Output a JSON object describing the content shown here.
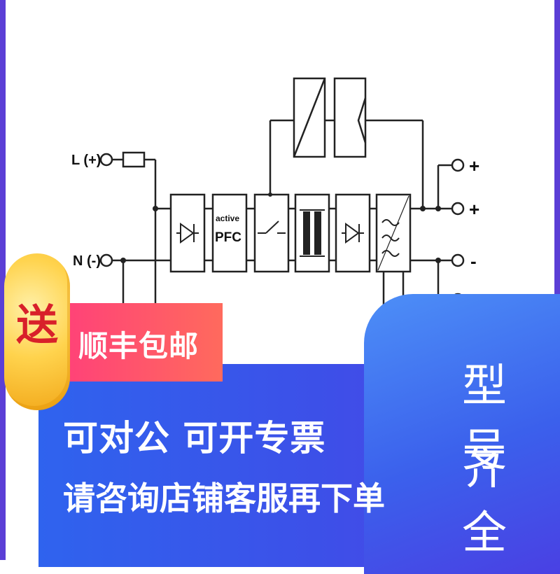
{
  "diagram": {
    "input_terminals": [
      {
        "label": "L (+)"
      },
      {
        "label": "N (-)"
      }
    ],
    "blocks": {
      "pfc": {
        "small": "active",
        "big": "PFC"
      }
    },
    "output_terminals": [
      {
        "sign": "+"
      },
      {
        "sign": "+"
      },
      {
        "sign": "-"
      }
    ]
  },
  "promo": {
    "badge_char": "送",
    "shipping": "顺丰包邮",
    "line1": "可对公 可开专票",
    "line2": "请咨询店铺客服再下单",
    "right_line1": "型号",
    "right_line2": "齐全"
  },
  "colors": {
    "frame": "#5b3fd6",
    "blue": "#3d4fe8",
    "red_gradient": [
      "#ff3c7c",
      "#ff6a5d"
    ],
    "badge_gold": "#ffd34d",
    "badge_char": "#d8202a"
  }
}
